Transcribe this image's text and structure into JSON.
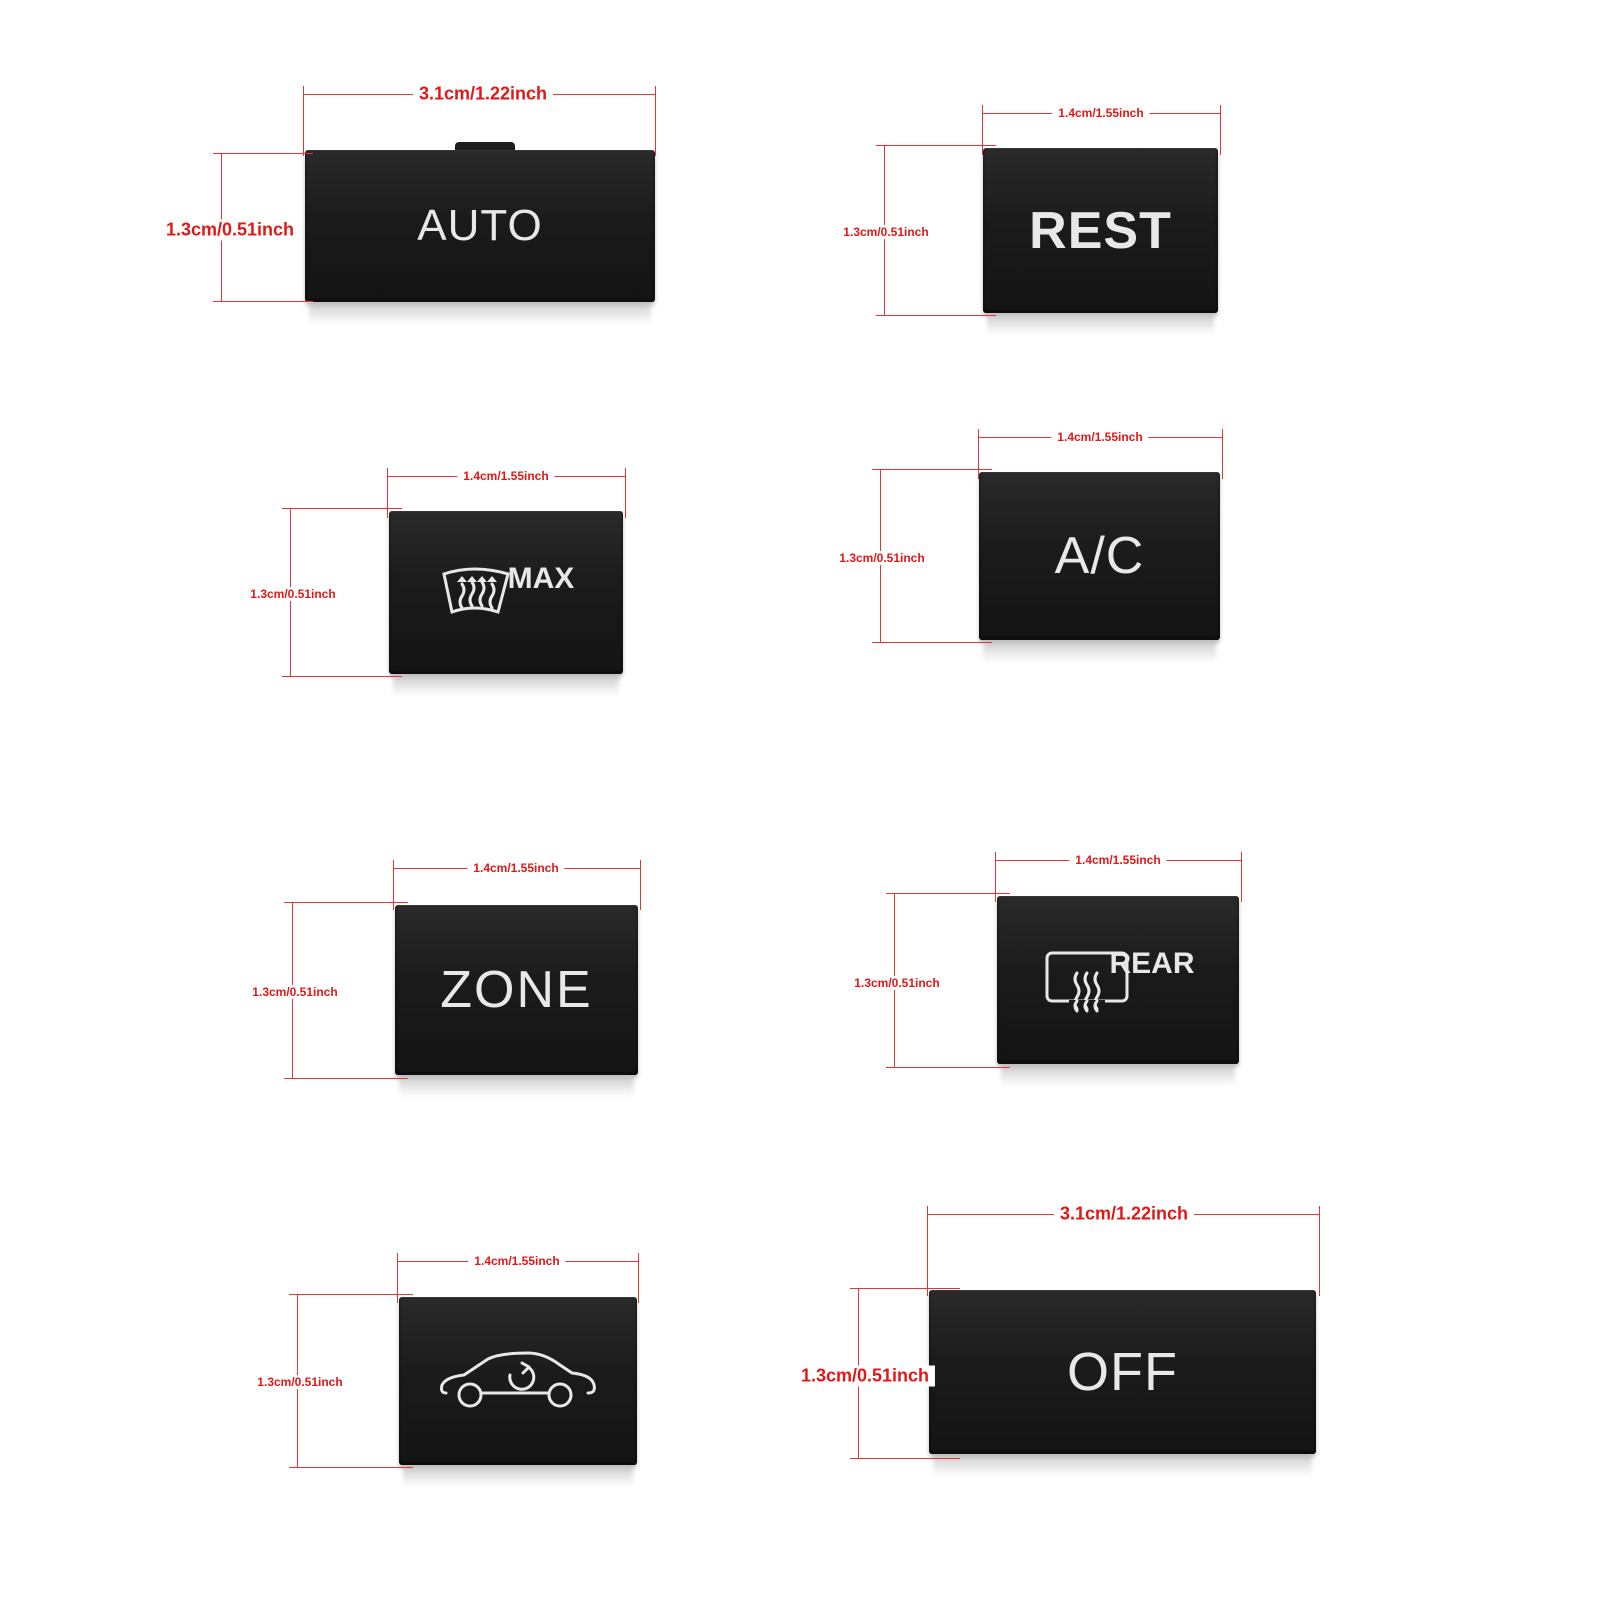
{
  "labels": {
    "auto": "AUTO",
    "rest": "REST",
    "max": "MAX",
    "ac": "A/C",
    "zone": "ZONE",
    "rear": "REAR",
    "off": "OFF"
  },
  "dimensions": {
    "wide_width": "3.1cm/1.22inch",
    "narrow_width": "1.4cm/1.55inch",
    "height": "1.3cm/0.51inch"
  },
  "icons": {
    "max": "windshield-defrost-icon",
    "rear": "rear-window-defrost-icon",
    "recirc": "car-recirculation-icon"
  },
  "colors": {
    "dimension": "#e01818",
    "cap": "#1b1b1b",
    "cap_text": "#e8e8e8"
  }
}
